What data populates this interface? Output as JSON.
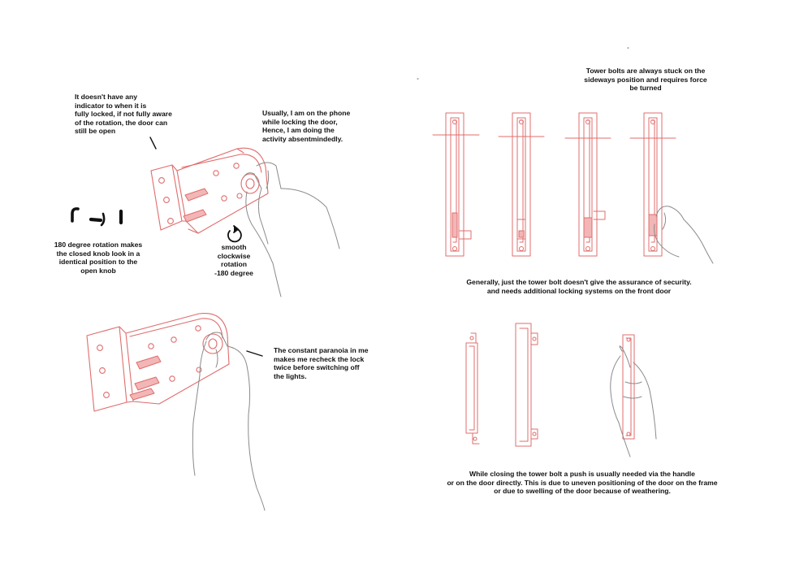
{
  "colors": {
    "sketch_red": "#e06c6c",
    "hand_gray": "#8a8a8a",
    "ink": "#111111"
  },
  "notes": {
    "indicator": "It doesn't have any\nindicator to when it is\nfully locked, if not fully aware\nof the rotation, the door can\nstill be open",
    "phone": "Usually, I am on the phone\nwhile locking the door,\nHence, I am doing the\nactivity absentmindedly.",
    "rotation_180": "180 degree rotation makes\nthe closed knob look in a\nidentical position to the\nopen knob",
    "smooth_rotation": "smooth\nclockwise\nrotation\n-180 degree",
    "paranoia": "The constant paranoia in me\nmakes me recheck the lock\ntwice before switching off\nthe lights.",
    "tower_stuck": "Tower bolts are always stuck on the\nsideways position and requires force\nbe turned",
    "assurance": "Generally, just the tower bolt doesn't give the assurance of security.\nand needs additional locking systems on the front door",
    "closing_push": "While closing the tower bolt a push is usually needed via the handle\nor on the door directly. This is due to uneven positioning of the door on the frame\nor due to swelling of the door because of weathering."
  },
  "icons": [
    "knob-rotation-icon",
    "clockwise-arrow-icon"
  ]
}
